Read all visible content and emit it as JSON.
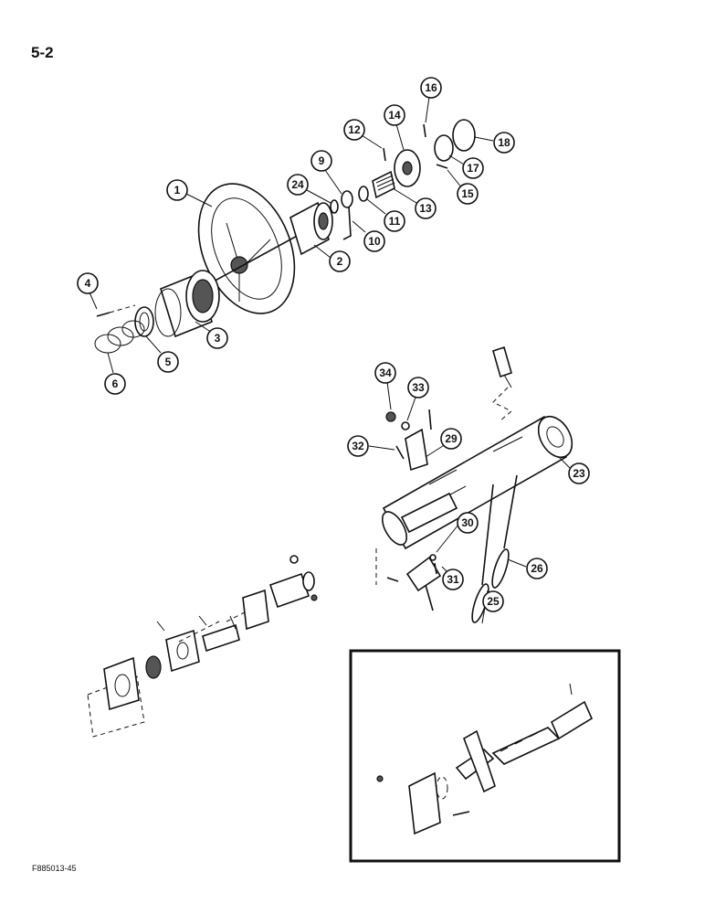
{
  "page": {
    "number": "5-2",
    "figure_code": "F885013-45"
  },
  "callouts": [
    "1",
    "2",
    "3",
    "4",
    "5",
    "6",
    "9",
    "10",
    "11",
    "12",
    "13",
    "14",
    "15",
    "16",
    "17",
    "18",
    "23",
    "24",
    "25",
    "26",
    "29",
    "30",
    "31",
    "32",
    "33",
    "34"
  ]
}
